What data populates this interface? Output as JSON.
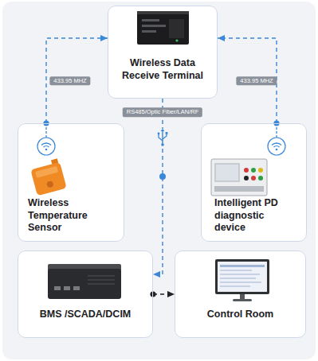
{
  "diagram": {
    "nodes": [
      {
        "text": [
          "Wireless Data Receive Terminal"
        ]
      },
      {
        "text": [
          "Wireless Temperature Sensor"
        ]
      },
      {
        "text": [
          "Intelligent PD diagnostic device"
        ]
      },
      {
        "text": [
          "BMS /SCADA/DCIM"
        ]
      },
      {
        "text": [
          "Control Room"
        ]
      }
    ],
    "edges": [
      {
        "from": 1,
        "to": 0,
        "arrow": "to",
        "label": "433.95 MHZ"
      },
      {
        "from": 2,
        "to": 0,
        "arrow": "to",
        "label": "433.95 MHZ"
      },
      {
        "from": 0,
        "to": 3,
        "arrow": "to",
        "label": "RS485/Optic Fiber/LAN/RF"
      },
      {
        "from": 3,
        "to": 4,
        "arrow": "to"
      }
    ]
  }
}
